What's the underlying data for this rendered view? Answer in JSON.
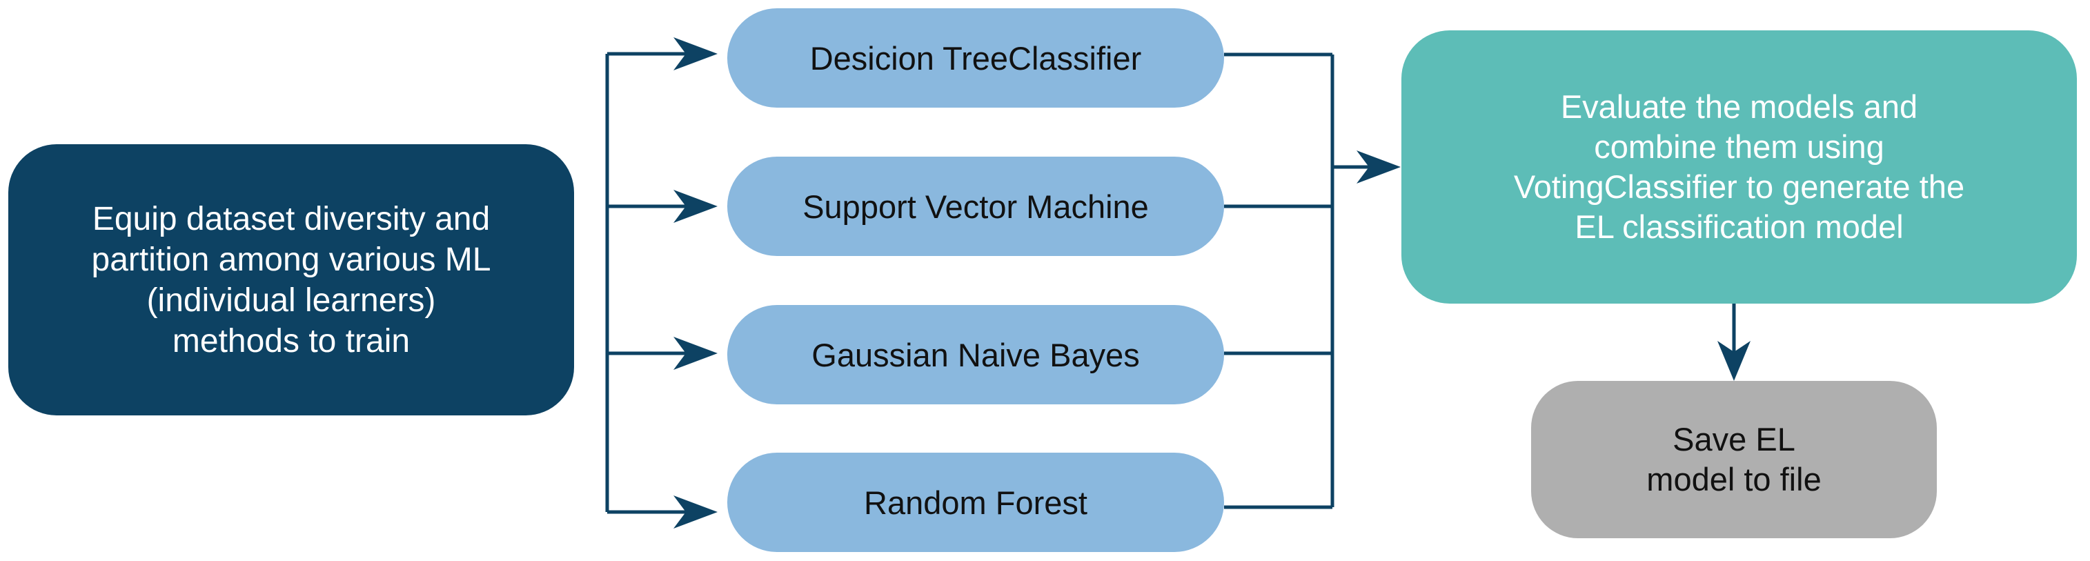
{
  "diagram": {
    "nodes": {
      "input": {
        "label": "Equip dataset diversity and\npartition among various ML\n(individual learners)\nmethods to train"
      },
      "decision_tree": {
        "label": "Desicion TreeClassifier"
      },
      "svm": {
        "label": "Support Vector Machine"
      },
      "gaussian_nb": {
        "label": "Gaussian Naive Bayes"
      },
      "random_forest": {
        "label": "Random Forest"
      },
      "evaluate": {
        "label": "Evaluate the models and\ncombine them using\nVotingClassifier to generate the\nEL classification model"
      },
      "save": {
        "label": "Save EL\nmodel to file"
      }
    },
    "edges": [
      {
        "from": "input",
        "to": "decision_tree"
      },
      {
        "from": "input",
        "to": "svm"
      },
      {
        "from": "input",
        "to": "gaussian_nb"
      },
      {
        "from": "input",
        "to": "random_forest"
      },
      {
        "from": "decision_tree",
        "to": "evaluate"
      },
      {
        "from": "svm",
        "to": "evaluate"
      },
      {
        "from": "gaussian_nb",
        "to": "evaluate"
      },
      {
        "from": "random_forest",
        "to": "evaluate"
      },
      {
        "from": "evaluate",
        "to": "save"
      }
    ],
    "colors": {
      "input": "#0d4263",
      "models": "#8ab8de",
      "evaluate": "#5dbdb7",
      "save": "#afafaf",
      "connector": "#0d4263"
    }
  }
}
